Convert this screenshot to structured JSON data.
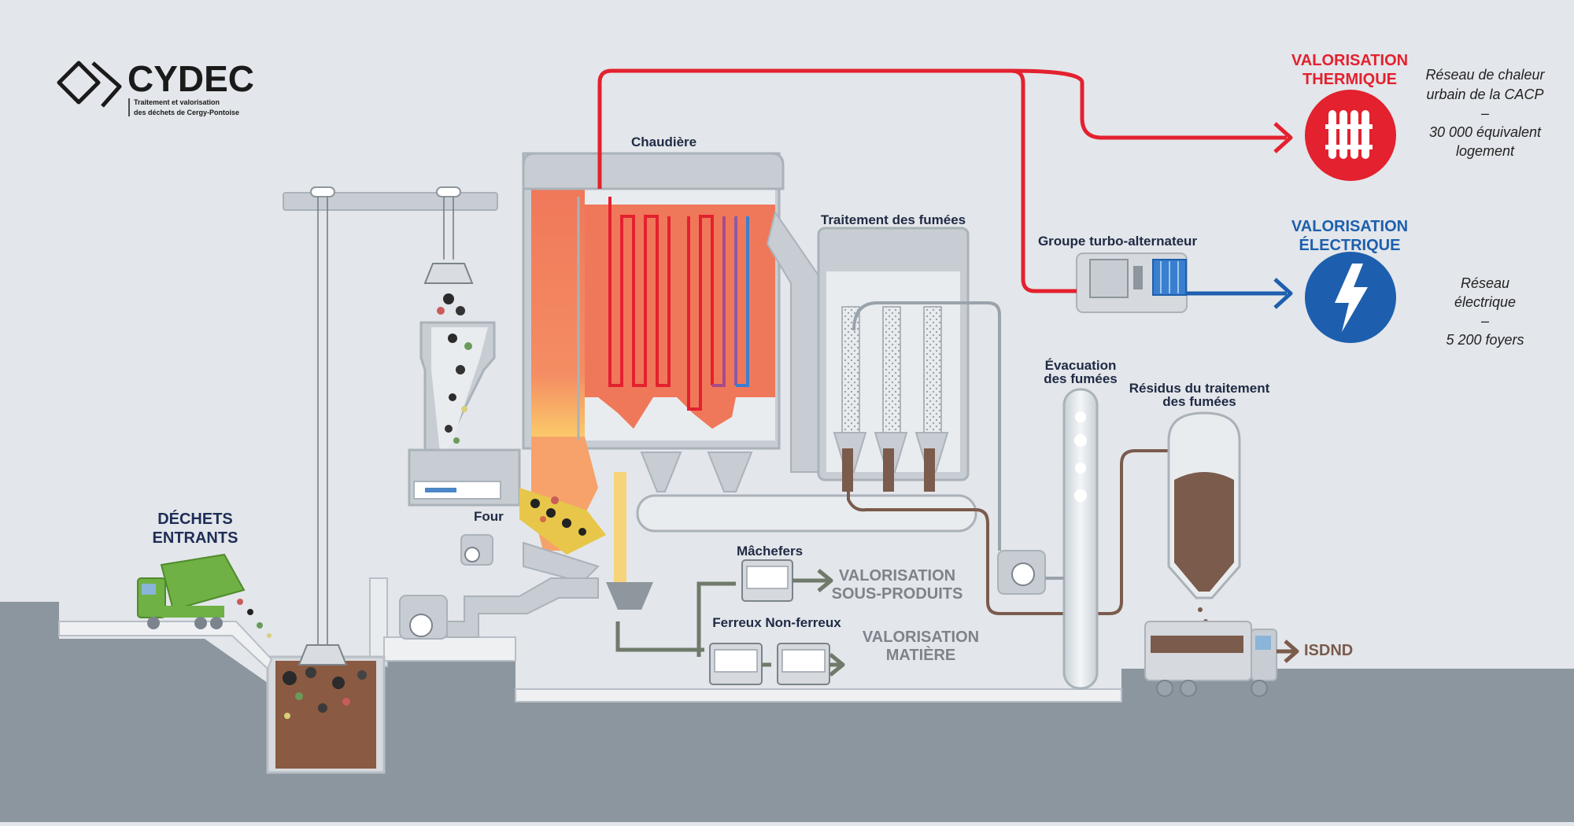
{
  "logo": {
    "name": "CYDEC",
    "tagline_1": "Traitement et valorisation",
    "tagline_2": "des déchets de Cergy-Pontoise"
  },
  "labels": {
    "dechets_1": "DÉCHETS",
    "dechets_2": "ENTRANTS",
    "four": "Four",
    "chaudiere": "Chaudière",
    "traitement": "Traitement des fumées",
    "turbo": "Groupe turbo-alternateur",
    "evacuation_1": "Évacuation",
    "evacuation_2": "des fumées",
    "residus_1": "Résidus du traitement",
    "residus_2": "des fumées",
    "machefers": "Mâchefers",
    "ferreux": "Ferreux Non-ferreux",
    "isdnd": "ISDND"
  },
  "outputs": {
    "sous_produits_1": "VALORISATION",
    "sous_produits_2": "SOUS-PRODUITS",
    "matiere_1": "VALORISATION",
    "matiere_2": "MATIÈRE",
    "thermique_1": "VALORISATION",
    "thermique_2": "THERMIQUE",
    "electrique_1": "VALORISATION",
    "electrique_2": "ÉLECTRIQUE"
  },
  "notes": {
    "thermique_1": "Réseau de chaleur",
    "thermique_2": "urbain de la CACP",
    "thermique_3": "–",
    "thermique_4": "30 000 équivalent",
    "thermique_5": "logement",
    "electrique_1": "Réseau",
    "electrique_2": "électrique",
    "electrique_3": "–",
    "electrique_4": "5 200 foyers"
  },
  "colors": {
    "background": "#e3e6ea",
    "ground": "#8c969e",
    "steam": "#e3212f",
    "electric": "#1d5fae",
    "residue": "#7a5b4c",
    "boiler_fire": "#f0785a",
    "equipment": "#c8cdd3"
  },
  "icons": {
    "heat": "radiator-icon",
    "electricity": "lightning-bolt-icon"
  }
}
